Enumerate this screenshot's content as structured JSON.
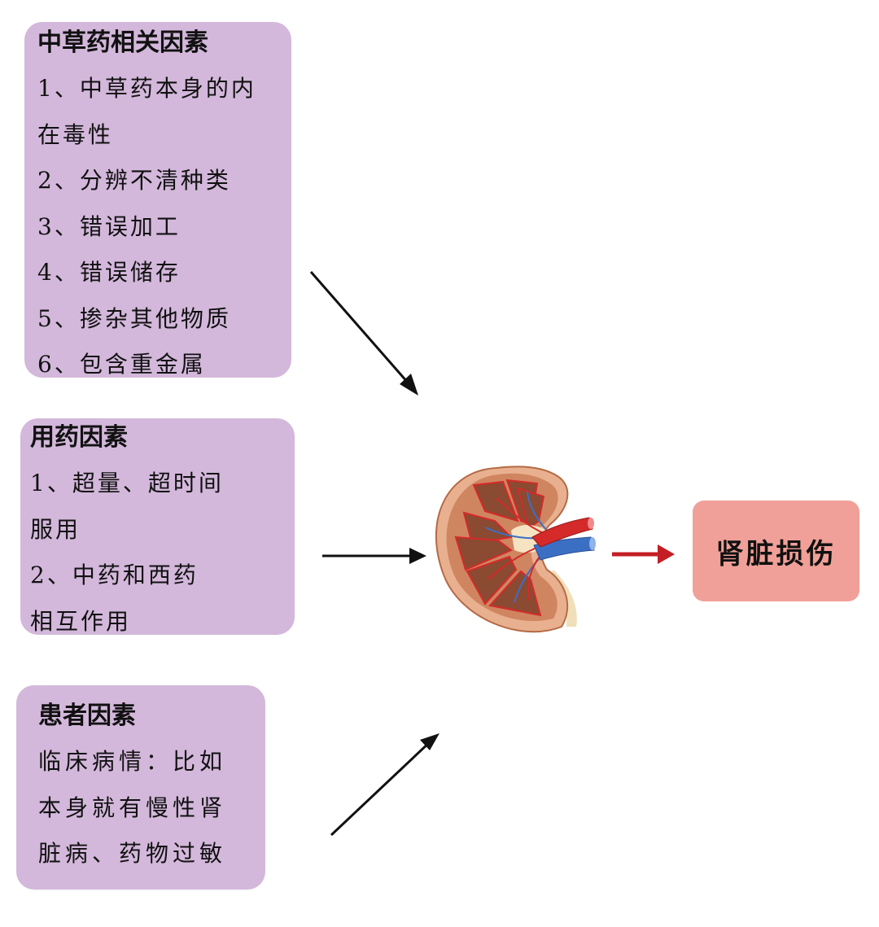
{
  "herbal": {
    "title": "中草药相关因素",
    "items": [
      "1、中草药本身的内",
      "在毒性",
      "2、分辨不清种类",
      "3、错误加工",
      "4、错误储存",
      "5、掺杂其他物质",
      "6、包含重金属"
    ]
  },
  "usage": {
    "title": "用药因素",
    "items": [
      "1、超量、超时间",
      "服用",
      "2、中药和西药",
      "相互作用"
    ]
  },
  "patient": {
    "title": "患者因素",
    "items": [
      "临床病情：比如",
      "本身就有慢性肾",
      "脏病、药物过敏"
    ]
  },
  "result": {
    "label": "肾脏损伤"
  },
  "colors": {
    "box_fill": "#d3b8db",
    "result_fill": "#f0a098",
    "arrow": "#111111",
    "result_arrow": "#c41e25",
    "artery": "#d42a2a",
    "vein": "#3b6fc4",
    "kidney_cortex": "#c77a55",
    "kidney_pyramid": "#8b4a32"
  },
  "icons": {
    "organ": "kidney-illustration"
  }
}
